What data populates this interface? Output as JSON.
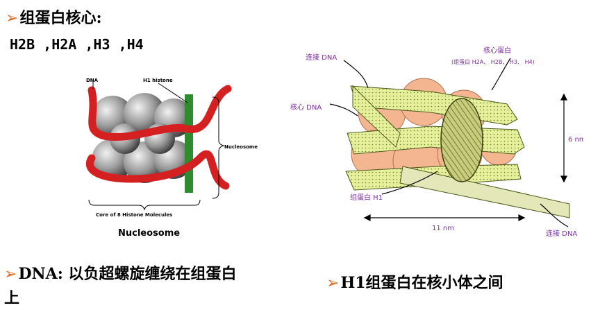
{
  "bullets": {
    "top_title": "组蛋白核心:",
    "top_list": "H2B ,H2A ,H3 ,H4",
    "left_caption": "DNA: 以负超螺旋缠绕在组蛋白上",
    "right_caption": "H1组蛋白在核小体之间"
  },
  "left_diagram": {
    "dna_label": "DNA",
    "h1_label": "H1 histone",
    "nucleosome_side_label": "Nucleosome",
    "core_label": "Core of 8 Histone Molecules",
    "title": "Nucleosome"
  },
  "right_diagram": {
    "linker_dna_top": "连接 DNA",
    "core_histone": "核心蛋白",
    "core_histone_list": "(组蛋白 H2A、 H2B、 H3、 H4)",
    "core_dna": "核心 DNA",
    "h1": "组蛋白 H1",
    "width": "11 nm",
    "height": "6 nm",
    "linker_dna_bottom": "连接 DNA"
  },
  "colors": {
    "accent_arrow": "#e06a1a",
    "label_purple": "#7a2ea0",
    "dna_red": "#d42020",
    "h1_green": "#2e8b2e",
    "histone_peach": "#f4b690",
    "ribbon_yellow": "#e6ef9a"
  }
}
